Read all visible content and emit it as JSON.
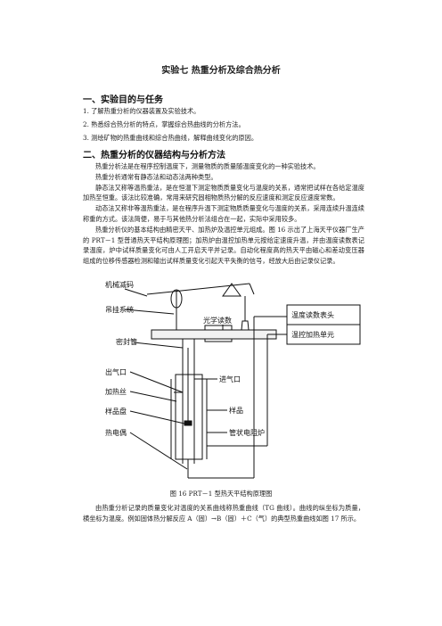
{
  "title": "实验七  热重分析及综合热分析",
  "sections": [
    {
      "heading": "一、实验目的与任务"
    },
    {
      "heading": "二、热重分析的仪器结构与分析方法"
    }
  ],
  "objectives": [
    "1.  了解热重分析的仪器装置及实验技术。",
    "2.  熟悉综合热分析的特点，掌握综合热曲线的分析方法。",
    "3.  测绘矿物的热重曲线和综合热曲线，解释曲线变化的原因。"
  ],
  "paragraphs": [
    "热重分析法是在程序控制温度下，测量物质的质量随温度变化的一种实验技术。",
    "热重分析通常有静态法和动态法两种类型。",
    "静态法又称等温热重法，是在恒温下测定物质质量变化与温度的关系，通常把试样在各给定温度加热至恒重。该法比较准确，常用来研究固相物质热分解的反应速度和测定反应速度常数。",
    "动态法又称非等温热重法，是在程序升温下测定物质质量变化与温度的关系，采用连续升温连续称重的方式。该法简便，易于与其他热分析法组合在一起，实际中采用较多。",
    "热重分析仪的基本结构由精密天平、加热炉及温控单元组成。图 16 示出了上海天平仪器厂生产的 PRT－1 型普通热天平结构原理图；加热炉由温控加热单元按给定速度升温，并由温度读数表记录温度，炉中试样质量变化可由人工开启天平并记录。自动化程度高的热天平由磁心和差动变压器组成的位移传感器检测和输出试样质量变化引起天平失衡的信号，经放大后由记录仪记录。"
  ],
  "figure": {
    "labels": {
      "mechanical_weight": "机械减码",
      "hanging_system": "吊挂系统",
      "sealed_tube": "密封管",
      "gas_outlet": "出气口",
      "heating_wire": "加热丝",
      "sample_pan": "样品盘",
      "thermocouple": "热电偶",
      "optical_reading": "光学读数",
      "gas_inlet": "进气口",
      "sample": "样品",
      "tube_furnace": "管状电阻炉",
      "temp_meter": "温度读数表头",
      "temp_control": "温控加热单元"
    },
    "caption": "图 16    PRT－1 型热天平结构原理图"
  },
  "closing": [
    "由热重分析记录的质量变化对温度的关系曲线称热重曲线（TG 曲线）。曲线的纵坐标为质量，横坐标为温度。例如固体热分解反应  A（固）→B（固）＋C（气）的典型热重曲线如图 17 所示。"
  ]
}
